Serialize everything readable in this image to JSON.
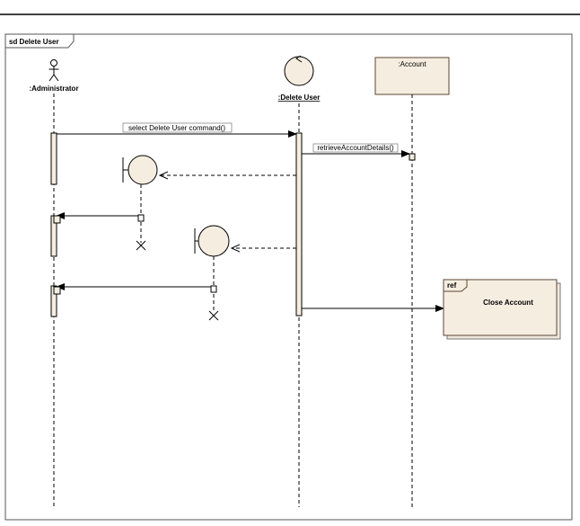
{
  "frame": {
    "title": "sd Delete User"
  },
  "lifelines": {
    "administrator": ":Administrator",
    "delete_user": ":Delete User",
    "account": ":Account"
  },
  "messages": {
    "select_delete": "select Delete User command()",
    "retrieve_details": "retrieveAccountDetails()"
  },
  "ref_fragment": {
    "tag": "ref",
    "label": "Close Account"
  },
  "colors": {
    "fill": "#f6ede1",
    "stroke": "#5a4633",
    "line": "#000000"
  }
}
